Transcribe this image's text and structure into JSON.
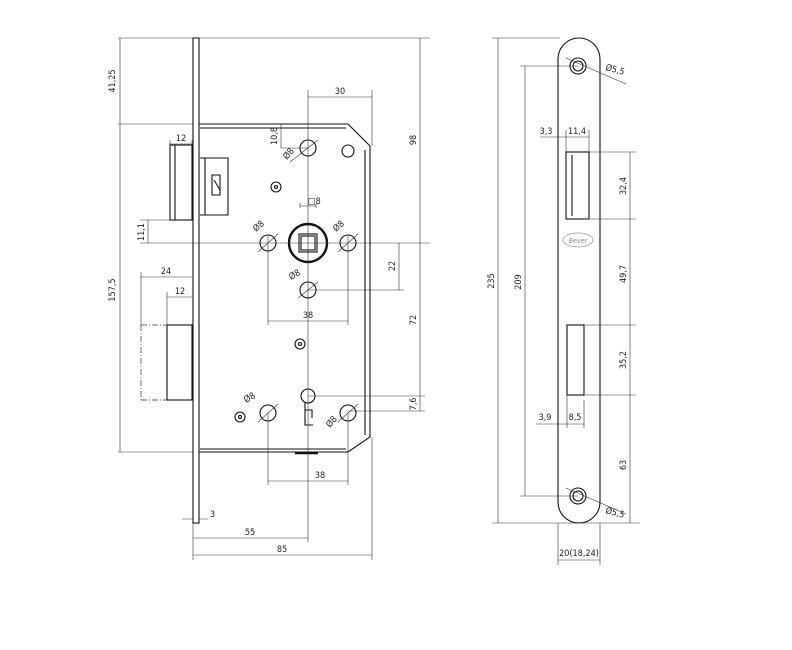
{
  "lock_body": {
    "dims": {
      "backset_top": "41,25",
      "case_height": "157,5",
      "latch_width": "12",
      "latch_offset": "11,1",
      "bolt_throw": "24",
      "bolt_width": "12",
      "hole_offset_x": "30",
      "hole_offset_y": "10,8",
      "top_to_follower": "98",
      "follower_to_hole": "22",
      "follower_to_key": "72",
      "key_to_holes": "7,6",
      "hole_spacing_upper": "38",
      "hole_spacing_lower": "38",
      "faceplate_thickness": "3",
      "backset": "55",
      "case_depth": "85",
      "follower_square": "□8",
      "hole_diameter": "Ø8"
    }
  },
  "strike_plate": {
    "brand": "Bever",
    "dims": {
      "total_length": "235",
      "screw_spacing": "209",
      "screw_diameter": "Ø5,5",
      "latch_offset": "3,3",
      "latch_opening_width": "11,4",
      "latch_opening_height": "32,4",
      "gap": "49,7",
      "bolt_opening_height": "35,2",
      "bolt_offset": "3,9",
      "bolt_opening_width": "8,5",
      "bottom": "63",
      "width": "20(18,24)"
    }
  }
}
